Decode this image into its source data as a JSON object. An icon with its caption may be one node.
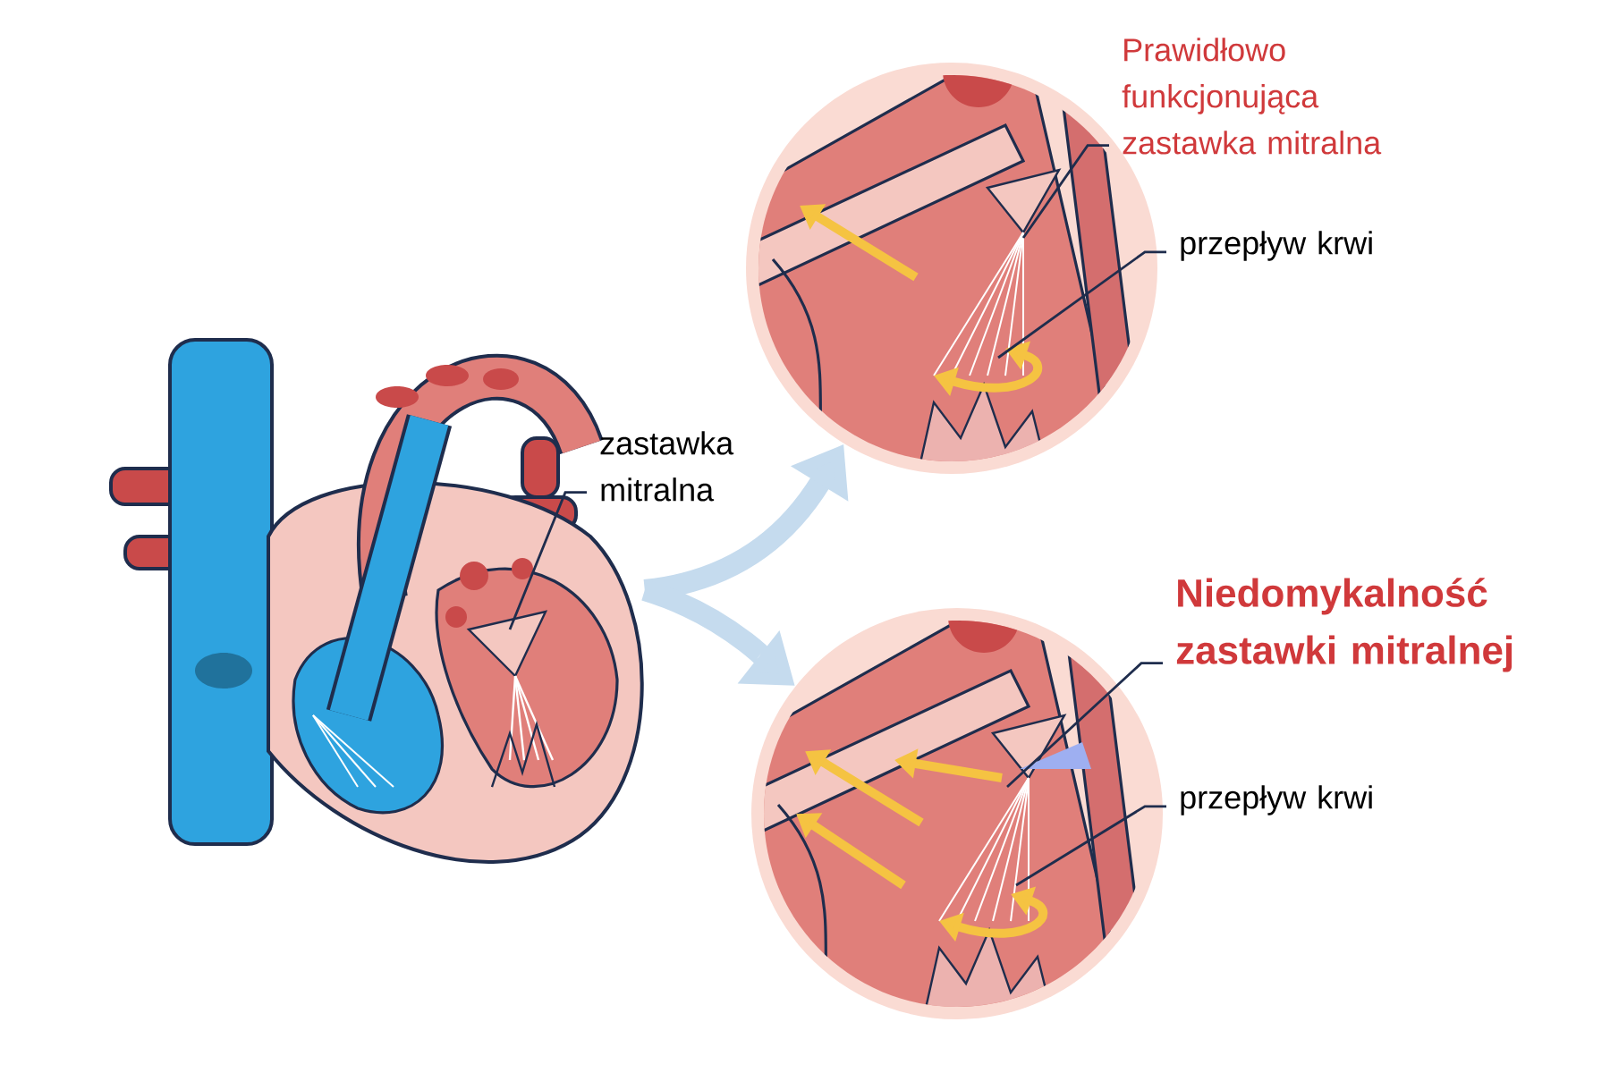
{
  "diagram": {
    "nodes": [
      {
        "text": [],
        "shape": "picture"
      },
      {
        "text": [
          "zastawka mitralna"
        ]
      },
      {
        "text": [],
        "shape": "picture"
      },
      {
        "text": [],
        "shape": "picture"
      },
      {
        "text": [
          "Prawidłowo funkcjonująca zastawka mitralna"
        ]
      },
      {
        "text": [
          "przepływ krwi"
        ]
      },
      {
        "text": [
          "Niedomykalność zastawki mitralnej"
        ]
      },
      {
        "text": [
          "przepływ krwi"
        ]
      }
    ],
    "edges": [
      {
        "from": 0,
        "to": 2,
        "arrow": "to",
        "style": "thick",
        "color": "#c5dbee"
      },
      {
        "from": 0,
        "to": 3,
        "arrow": "to",
        "style": "thick",
        "color": "#c5dbee"
      },
      {
        "from": 1,
        "to": 0,
        "arrow": "none"
      },
      {
        "from": 4,
        "to": 2,
        "arrow": "none"
      },
      {
        "from": 5,
        "to": 2,
        "arrow": "none"
      },
      {
        "from": 6,
        "to": 3,
        "arrow": "none"
      },
      {
        "from": 7,
        "to": 3,
        "arrow": "none"
      }
    ]
  }
}
